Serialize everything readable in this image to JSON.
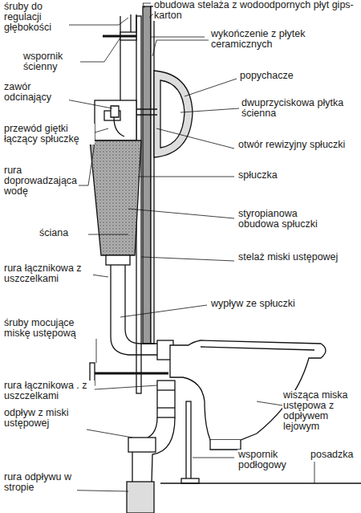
{
  "diagram": {
    "labels": [
      "śruby do regulacji głębokości",
      "obudowa stelaża z wodoodpornych płyt gips-karton",
      "wykończenie z płytek ceramicznych",
      "wspornik ścienny",
      "popychacze",
      "zawór odcinający",
      "dwuprzyciskowa płytka ścienna",
      "przewód giętki łączący spłuczkę",
      "otwór rewizyjny spłuczki",
      "rura doprowadzająca wodę",
      "spłuczka",
      "styropianowa obudowa spłuczki",
      "ściana",
      "rura łącznikowa z uszczelkami",
      "stelaż miski ustępowej",
      "wypływ ze spłuczki",
      "śruby mocujące miskę ustępową",
      "rura łącznikowa . z uszczelkami",
      "odpływ z miski ustępowej",
      "wisząca miska ustępowa z odpływem lejowym",
      "posadzka",
      "wspornik podłogowy",
      "rura odpływu w stropie"
    ]
  }
}
